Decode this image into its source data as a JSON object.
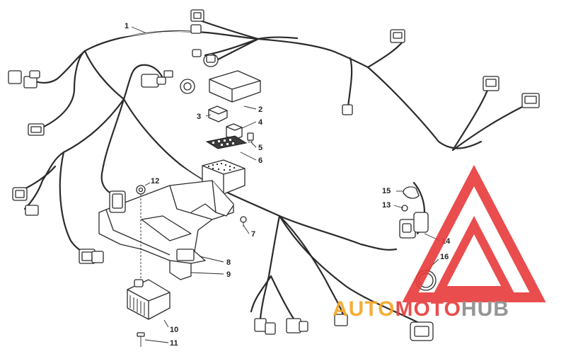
{
  "callouts": [
    {
      "id": "1",
      "label": "1"
    },
    {
      "id": "2",
      "label": "2"
    },
    {
      "id": "3",
      "label": "3"
    },
    {
      "id": "4",
      "label": "4"
    },
    {
      "id": "5",
      "label": "5"
    },
    {
      "id": "6",
      "label": "6"
    },
    {
      "id": "7",
      "label": "7"
    },
    {
      "id": "8",
      "label": "8"
    },
    {
      "id": "9",
      "label": "9"
    },
    {
      "id": "10",
      "label": "10"
    },
    {
      "id": "11",
      "label": "11"
    },
    {
      "id": "12",
      "label": "12"
    },
    {
      "id": "13",
      "label": "13"
    },
    {
      "id": "14",
      "label": "14"
    },
    {
      "id": "15",
      "label": "15"
    },
    {
      "id": "16",
      "label": "16"
    }
  ],
  "watermark": {
    "part1": "AUTO",
    "part2": "MOTO",
    "part3": "HUB",
    "color_orange": "#f5a623",
    "color_red": "#e83a3a",
    "color_grey": "#8a8a8a"
  }
}
